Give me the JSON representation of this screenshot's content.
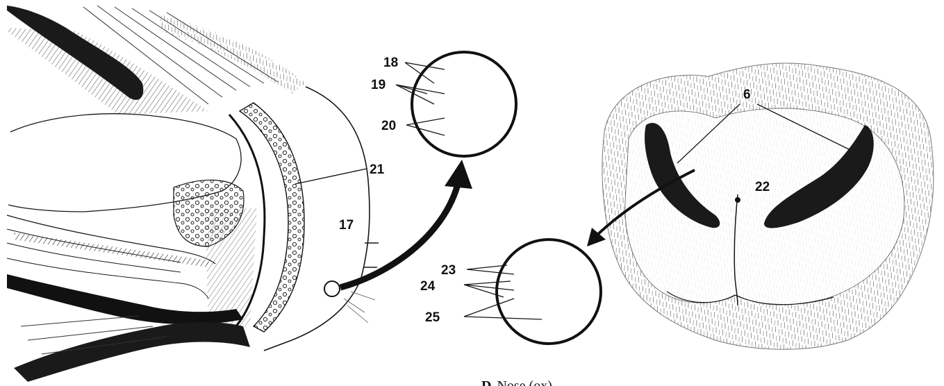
{
  "figure": {
    "caption_letter": "D",
    "caption_text": "Nose (ox)",
    "labels": {
      "l6": "6",
      "l17": "17",
      "l18": "18",
      "l19": "19",
      "l20": "20",
      "l21": "21",
      "l22": "22",
      "l23": "23",
      "l24": "24",
      "l25": "25"
    }
  }
}
